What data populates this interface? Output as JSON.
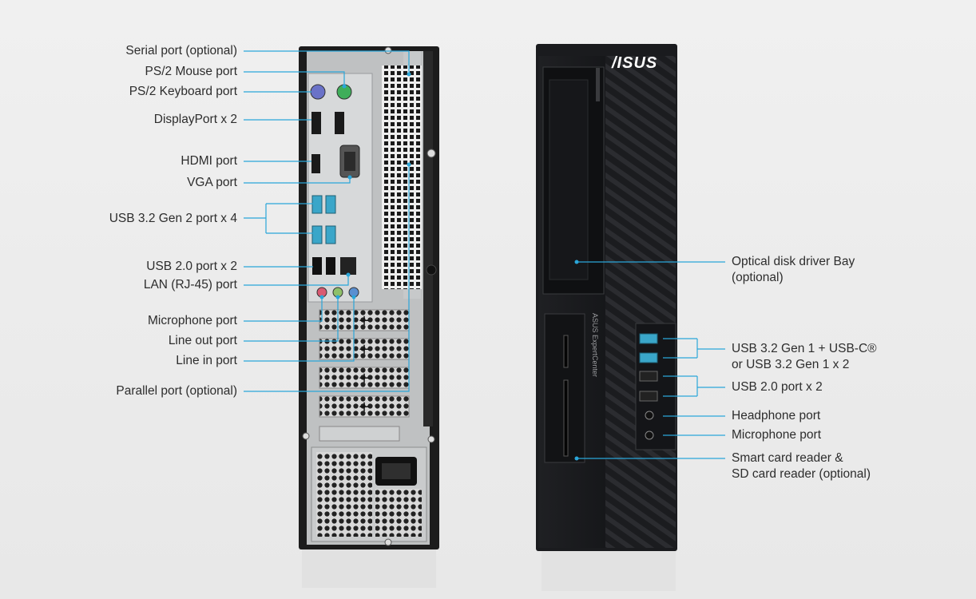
{
  "brand": {
    "logo": "/ISUS",
    "model_text": "ASUS ExpertCenter"
  },
  "rear_labels": [
    "Serial port (optional)",
    "PS/2 Mouse port",
    "PS/2 Keyboard port",
    "DisplayPort x 2",
    "HDMI port",
    "VGA port",
    "USB 3.2 Gen 2 port x 4",
    "USB 2.0 port x 2",
    "LAN (RJ-45) port",
    "Microphone port",
    "Line out port",
    "Line in port",
    "Parallel port (optional)"
  ],
  "front_labels": [
    {
      "line1": "Optical disk driver Bay",
      "line2": "(optional)"
    },
    {
      "line1": "USB 3.2 Gen 1 + USB-C®",
      "line2": "or USB 3.2 Gen 1 x 2"
    },
    {
      "line1": "USB 2.0 port x 2",
      "line2": ""
    },
    {
      "line1": "Headphone port",
      "line2": ""
    },
    {
      "line1": "Microphone port",
      "line2": ""
    },
    {
      "line1": "Smart card reader &",
      "line2": "SD card reader (optional)"
    }
  ],
  "colors": {
    "callout": "#2aa6d9",
    "chassis": "#1c1c1c",
    "panel": "#c9cbcc",
    "usb3": "#3aa6c9",
    "ps2_mouse": "#3fae5a",
    "ps2_keyboard": "#6a72c8",
    "audio_pink": "#d95a72",
    "audio_green": "#8fc06a",
    "audio_blue": "#5a8fd0"
  }
}
